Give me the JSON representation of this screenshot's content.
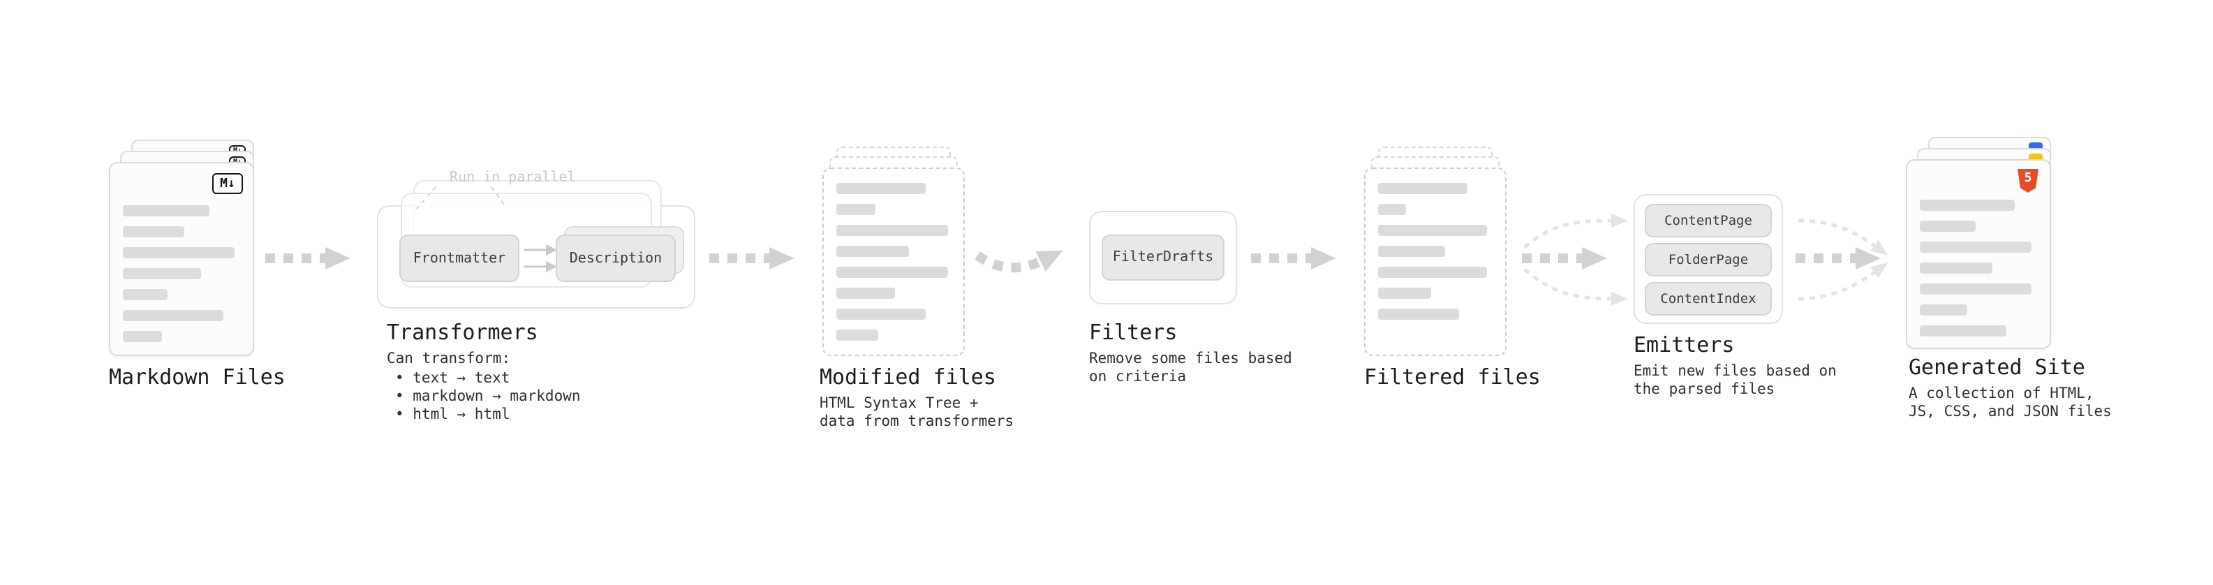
{
  "nodes": {
    "markdown_files": {
      "label": "Markdown Files",
      "icon": "M↓"
    },
    "transformers": {
      "label": "Transformers",
      "callout": "Run in parallel",
      "buttons": [
        "Frontmatter",
        "Description"
      ],
      "desc_title": "Can transform:",
      "bullets": [
        "• text → text",
        "• markdown → markdown",
        "• html → html"
      ]
    },
    "modified_files": {
      "label": "Modified files",
      "desc": [
        "HTML Syntax Tree +",
        "data from transformers"
      ]
    },
    "filters": {
      "label": "Filters",
      "button": "FilterDrafts",
      "desc": [
        "Remove some files based",
        "on criteria"
      ]
    },
    "filtered_files": {
      "label": "Filtered files"
    },
    "emitters": {
      "label": "Emitters",
      "buttons": [
        "ContentPage",
        "FolderPage",
        "ContentIndex"
      ],
      "desc": [
        "Emit new files based on",
        "the parsed files"
      ]
    },
    "generated_site": {
      "label": "Generated Site",
      "icon": "5",
      "desc": [
        "A collection of HTML,",
        "JS, CSS, and JSON files"
      ]
    }
  },
  "colors": {
    "background": "#ffffff",
    "arrow": "#d2d2d2",
    "arrow_light": "#e3e3e3",
    "card_border": "#d9d9d9",
    "dashed_border": "#cdcdcd",
    "placeholder_bar": "#dcdcdc",
    "button_bg": "#e8e8e8",
    "text": "#1c1c1c",
    "muted": "#c9c9c9",
    "html5_orange": "#e44d26",
    "js_yellow": "#f0c419",
    "css_blue": "#2f6bff"
  }
}
